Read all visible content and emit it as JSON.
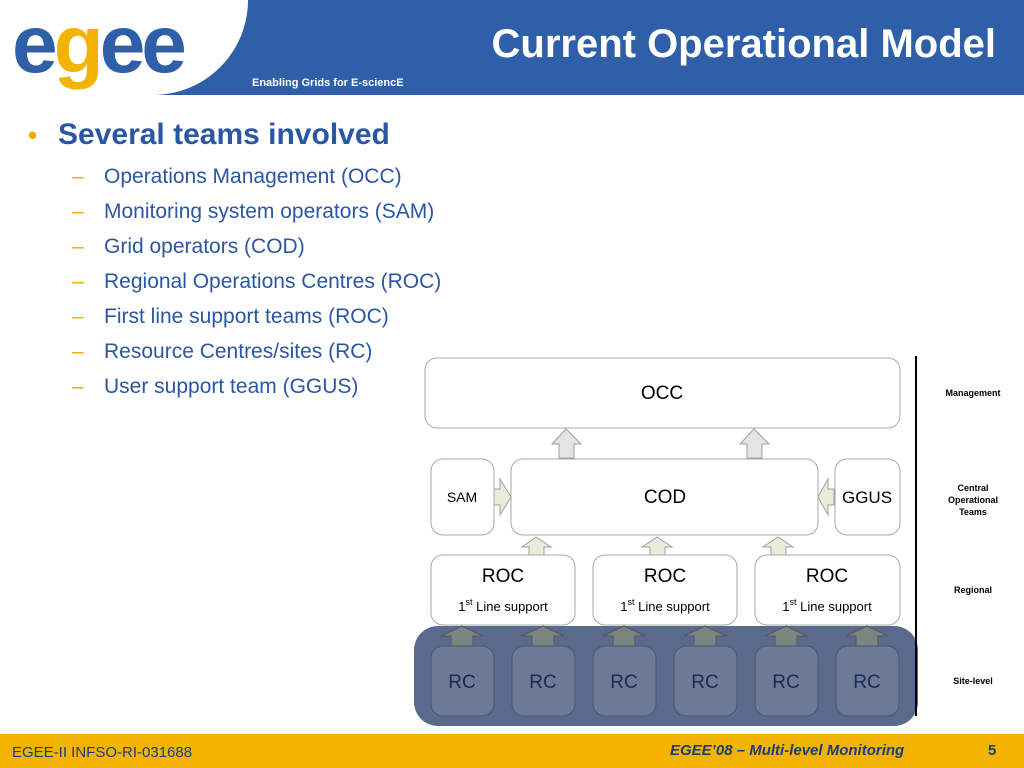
{
  "header": {
    "logo_part1": "e",
    "logo_part2": "g",
    "logo_part3": "ee",
    "subtitle": "Enabling Grids for E-sciencE",
    "title": "Current Operational Model"
  },
  "bullets": {
    "main": "Several teams involved",
    "items": [
      "Operations Management (OCC)",
      "Monitoring system operators (SAM)",
      "Grid operators (COD)",
      "Regional Operations Centres (ROC)",
      "First line support teams (ROC)",
      "Resource Centres/sites (RC)",
      "User support team (GGUS)"
    ]
  },
  "diagram": {
    "occ": "OCC",
    "sam": "SAM",
    "cod": "COD",
    "ggus": "GGUS",
    "roc": [
      {
        "name": "ROC",
        "sup_num": "1",
        "sup": "st",
        "support": " Line support"
      },
      {
        "name": "ROC",
        "sup_num": "1",
        "sup": "st",
        "support": " Line support"
      },
      {
        "name": "ROC",
        "sup_num": "1",
        "sup": "st",
        "support": " Line support"
      }
    ],
    "rc": [
      "RC",
      "RC",
      "RC",
      "RC",
      "RC",
      "RC"
    ],
    "levels": {
      "management": "Management",
      "central_l1": "Central",
      "central_l2": "Operational",
      "central_l3": "Teams",
      "regional": "Regional",
      "site": "Site-level"
    },
    "colors": {
      "box_border": "#a8a8a8",
      "arrow_fill": "#e4e4e4",
      "arrow_fill_light": "#e8ecd8",
      "site_group": "#5a6a8c",
      "rc_box": "#6d7a96",
      "rc_text": "#1a2a55"
    }
  },
  "footer": {
    "left": "EGEE-II INFSO-RI-031688",
    "center": "EGEE’08 – Multi-level Monitoring",
    "page": "5"
  }
}
